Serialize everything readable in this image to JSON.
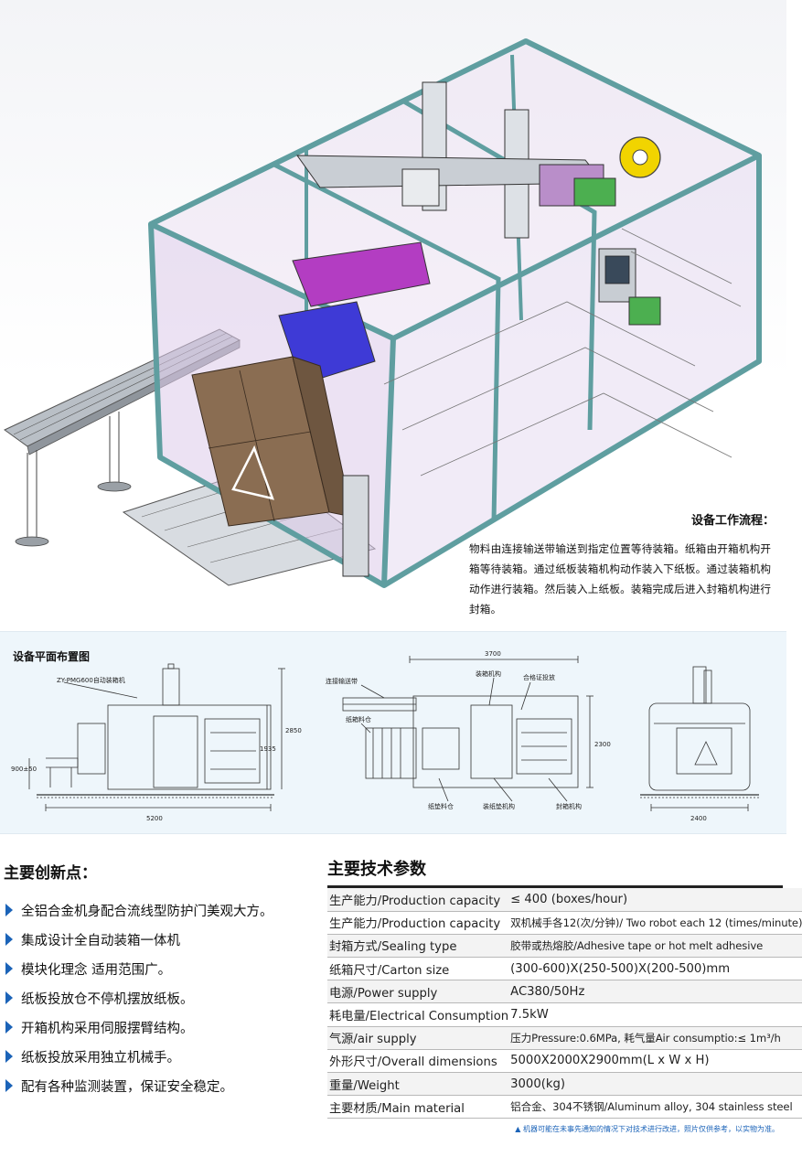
{
  "process": {
    "title": "设备工作流程：",
    "text": "物料由连接输送带输送到指定位置等待装箱。纸箱由开箱机构开箱等待装箱。通过纸板装箱机构动作装入下纸板。通过装箱机构动作进行装箱。然后装入上纸板。装箱完成后进入封箱机构进行封箱。"
  },
  "layout": {
    "title": "设备平面布置图",
    "model_label": "ZY-PMG600自动装箱机",
    "dim_left_width": "5200",
    "dim_left_height": "2850",
    "dim_left_inner": "1935",
    "dim_left_side": "900±50",
    "dim_mid_width": "3700",
    "dim_mid_depth": "2300",
    "dim_right_width": "2400",
    "labels": {
      "conveyor": "连接输送带",
      "carton_bin": "纸箱料仓",
      "boxing_unit": "装箱机构",
      "qualified_out": "合格证投放",
      "board_bin": "纸垫料仓",
      "board_unit": "装纸垫机构",
      "sealing_unit": "封箱机构"
    }
  },
  "innovations": {
    "title": "主要创新点：",
    "items": [
      "全铝合金机身配合流线型防护门美观大方。",
      "集成设计全自动装箱一体机",
      "模块化理念 适用范围广。",
      "纸板投放仓不停机摆放纸板。",
      "开箱机构采用伺服摆臂结构。",
      "纸板投放采用独立机械手。",
      "配有各种监测装置，保证安全稳定。"
    ]
  },
  "specs": {
    "title": "主要技术参数",
    "rows": [
      {
        "k": "生产能力/Production capacity",
        "v": "≤ 400 (boxes/hour)"
      },
      {
        "k": "生产能力/Production capacity",
        "v": "双机械手各12(次/分钟)/ Two robot each 12 (times/minute)"
      },
      {
        "k": "封箱方式/Sealing type",
        "v": "胶带或热熔胶/Adhesive tape or hot melt adhesive"
      },
      {
        "k": "纸箱尺寸/Carton size",
        "v": "(300-600)X(250-500)X(200-500)mm"
      },
      {
        "k": "电源/Power supply",
        "v": "AC380/50Hz"
      },
      {
        "k": "耗电量/Electrical Consumption",
        "v": "7.5kW"
      },
      {
        "k": "气源/air supply",
        "v": "压力Pressure:0.6MPa, 耗气量Air consumptio:≤ 1m³/h"
      },
      {
        "k": "外形尺寸/Overall dimensions",
        "v": "5000X2000X2900mm(L x W x H)"
      },
      {
        "k": "重量/Weight",
        "v": "3000(kg)"
      },
      {
        "k": "主要材质/Main material",
        "v": "铝合金、304不锈钢/Aluminum alloy, 304 stainless steel"
      }
    ],
    "footnote": "机器可能在未事先通知的情况下对技术进行改进，照片仅供参考，以实物为准。",
    "footnote_icon": "▲"
  },
  "colors": {
    "frame": "#5f9ea0",
    "panel": "#d9c8e6",
    "accent_blue": "#1b63b8",
    "carton": "#8a6d52"
  }
}
